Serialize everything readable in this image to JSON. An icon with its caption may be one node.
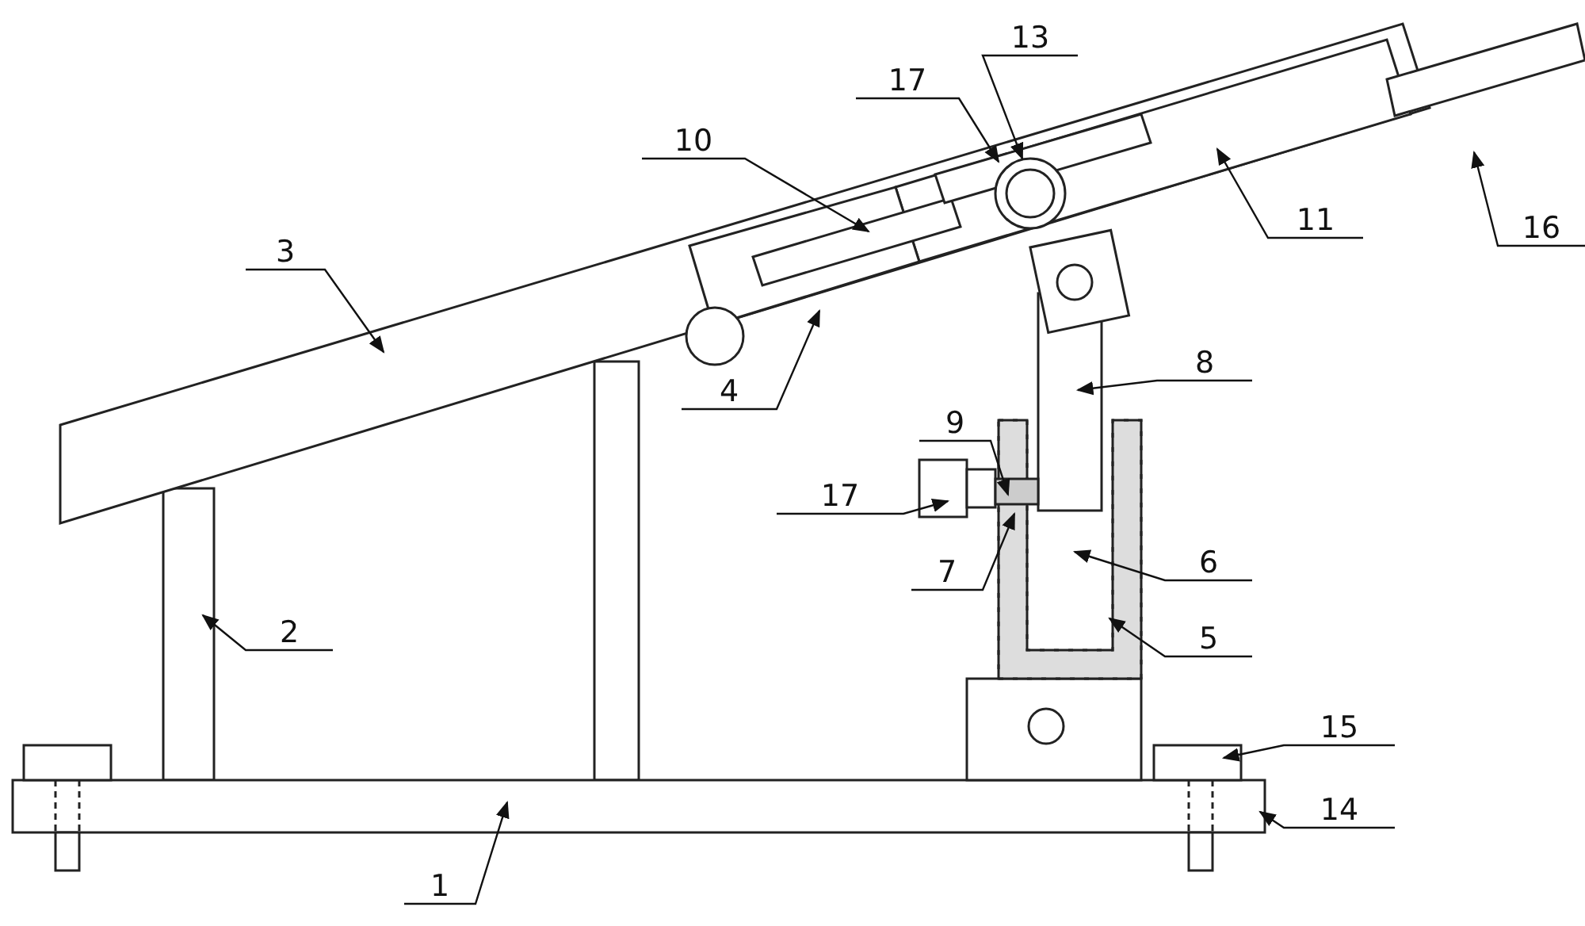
{
  "diagram": {
    "nodes": [
      {
        "text": [
          "13"
        ]
      },
      {
        "text": [
          "17"
        ]
      },
      {
        "text": [
          "10"
        ]
      },
      {
        "text": [
          "3"
        ]
      },
      {
        "text": [
          "11"
        ]
      },
      {
        "text": [
          "16"
        ]
      },
      {
        "text": [
          "4"
        ]
      },
      {
        "text": [
          "8"
        ]
      },
      {
        "text": [
          "9"
        ]
      },
      {
        "text": [
          "17"
        ]
      },
      {
        "text": [
          "7"
        ]
      },
      {
        "text": [
          "6"
        ]
      },
      {
        "text": [
          "5"
        ]
      },
      {
        "text": [
          "2"
        ]
      },
      {
        "text": [
          "15"
        ]
      },
      {
        "text": [
          "14"
        ]
      },
      {
        "text": [
          "1"
        ]
      }
    ],
    "edges": [
      {
        "from": 0,
        "to": null,
        "arrow": "to"
      },
      {
        "from": 1,
        "to": null,
        "arrow": "to"
      },
      {
        "from": 2,
        "to": null,
        "arrow": "to"
      },
      {
        "from": 3,
        "to": null,
        "arrow": "to"
      },
      {
        "from": 4,
        "to": null,
        "arrow": "to"
      },
      {
        "from": 5,
        "to": null,
        "arrow": "to"
      },
      {
        "from": 6,
        "to": null,
        "arrow": "to"
      },
      {
        "from": 7,
        "to": null,
        "arrow": "to"
      },
      {
        "from": 8,
        "to": null,
        "arrow": "to"
      },
      {
        "from": 9,
        "to": null,
        "arrow": "to"
      },
      {
        "from": 10,
        "to": null,
        "arrow": "to"
      },
      {
        "from": 11,
        "to": null,
        "arrow": "to"
      },
      {
        "from": 12,
        "to": null,
        "arrow": "to"
      },
      {
        "from": 13,
        "to": null,
        "arrow": "to"
      },
      {
        "from": 14,
        "to": null,
        "arrow": "to"
      },
      {
        "from": 15,
        "to": null,
        "arrow": "to"
      },
      {
        "from": 16,
        "to": null,
        "arrow": "to"
      }
    ]
  }
}
